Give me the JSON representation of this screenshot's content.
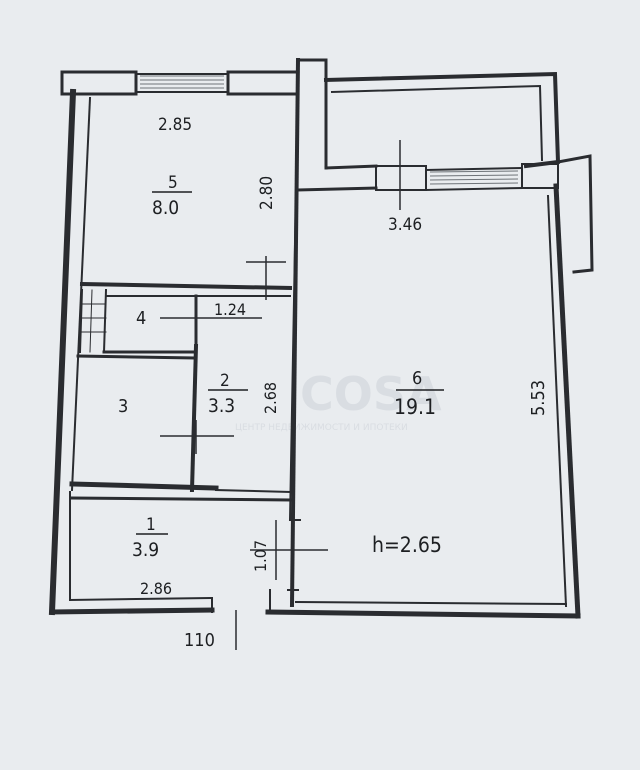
{
  "rooms": {
    "r5": {
      "number": "5",
      "area": "8.0"
    },
    "r4": {
      "number": "4"
    },
    "r3": {
      "number": "3"
    },
    "r2": {
      "number": "2",
      "area": "3.3"
    },
    "r1": {
      "number": "1",
      "area": "3.9"
    },
    "r6": {
      "number": "6",
      "area": "19.1"
    }
  },
  "dims": {
    "d285": "2.85",
    "d280": "2.80",
    "d346": "3.46",
    "d124": "1.24",
    "d268": "2.68",
    "d553": "5.53",
    "d107": "1.07",
    "d286": "2.86",
    "d110": "110",
    "height": "h=2.65"
  },
  "watermark": {
    "logo": "COSA",
    "tagline": "ЦЕНТР НЕДВИЖИМОСТИ И ИПОТЕКИ"
  },
  "colors": {
    "wall": "#2a2c30",
    "paper": "#e9ecef",
    "window": "#6e7378"
  }
}
